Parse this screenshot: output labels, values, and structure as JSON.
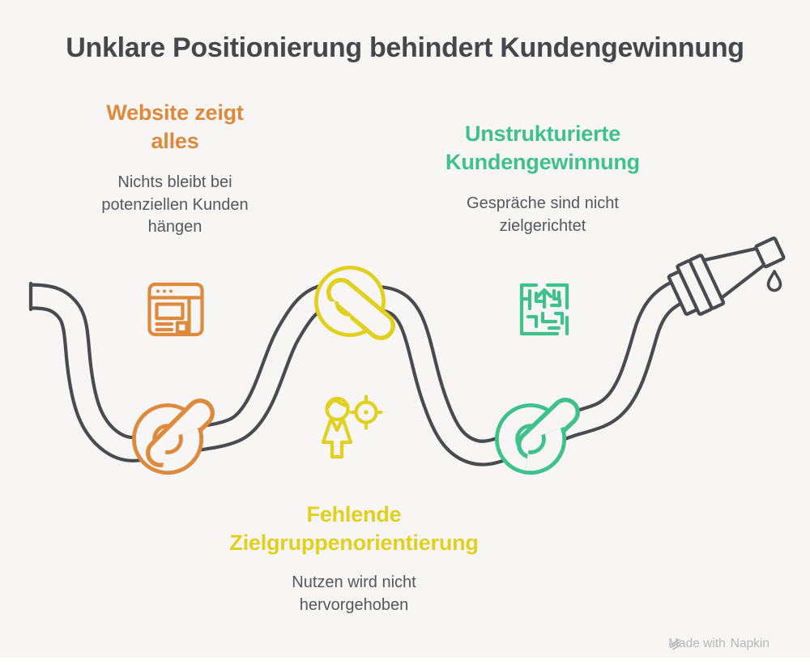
{
  "title": "Unklare Positionierung behindert Kundengewinnung",
  "sections": [
    {
      "accent": "orange",
      "title": "Website zeigt\nalles",
      "body": "Nichts bleibt bei\npotenziellen Kunden\nhängen",
      "icon": "browser-window-icon"
    },
    {
      "accent": "green",
      "title": "Unstrukturierte\nKundengewinnung",
      "body": "Gespräche sind nicht\nzielgerichtet",
      "icon": "maze-icon"
    },
    {
      "accent": "yellow",
      "title": "Fehlende\nZielgruppenorientierung",
      "body": "Nutzen wird nicht\nhervorgehoben",
      "icon": "person-target-icon"
    }
  ],
  "watermark": {
    "made_with": "Made with",
    "brand": "Napkin"
  },
  "colors": {
    "orange": "#DD8A3C",
    "green": "#3FC18E",
    "yellow": "#E2D01F",
    "ink": "#4A4B4E",
    "muted": "#55585C",
    "title": "#46474A",
    "wm": "#B7B8BA",
    "bg": "#F7F6F4"
  }
}
